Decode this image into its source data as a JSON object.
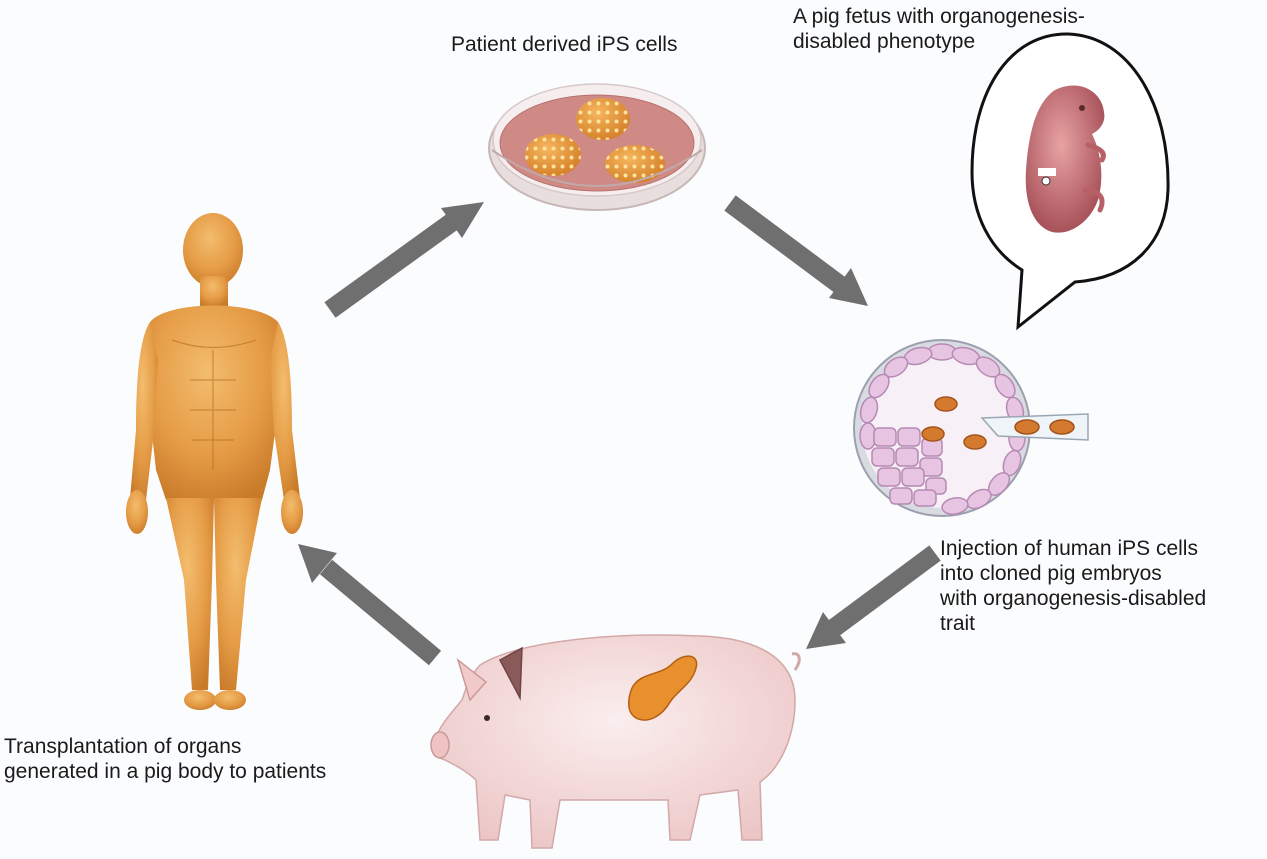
{
  "labels": {
    "ips_cells": "Patient derived iPS cells",
    "pig_fetus": [
      "A pig fetus with organogenesis-",
      "disabled phenotype"
    ],
    "injection": [
      "Injection of human iPS cells",
      "into cloned pig embryos",
      "with organogenesis-disabled",
      "trait"
    ],
    "transplantation": [
      "Transplantation of organs",
      "generated in a pig body to patients"
    ]
  },
  "colors": {
    "arrow": "#6f6f6f",
    "skin": "#e8a24c",
    "pig": "#f6dede",
    "organ": "#e8902e",
    "petri_tissue": "#cf8a86",
    "embryo_cells": "#e6c4e2"
  }
}
